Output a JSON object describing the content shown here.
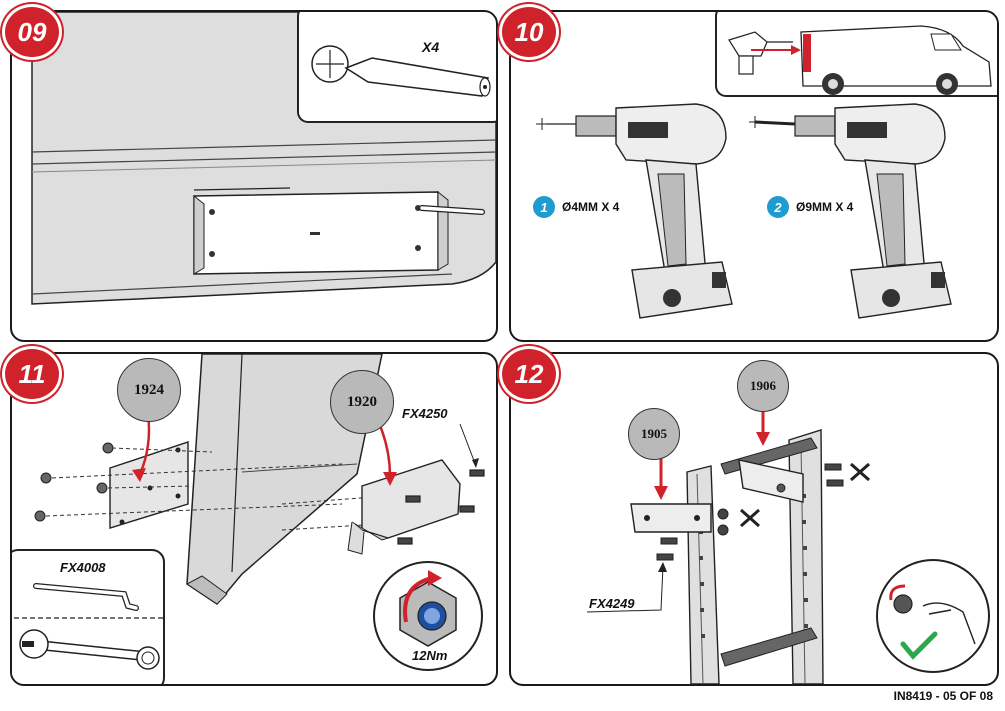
{
  "steps": {
    "s09": {
      "badge": "09",
      "screw_qty": "X4"
    },
    "s10": {
      "badge": "10",
      "drill1_num": "1",
      "drill1_label": "Ø4MM X 4",
      "drill2_num": "2",
      "drill2_label": "Ø9MM X 4"
    },
    "s11": {
      "badge": "11",
      "part_a": "1924",
      "part_b": "1920",
      "bolt_code": "FX4250",
      "tool_code": "FX4008",
      "torque": "12Nm"
    },
    "s12": {
      "badge": "12",
      "part_a": "1905",
      "part_b": "1906",
      "bolt_code": "FX4249"
    }
  },
  "footer": {
    "doc_ref": "IN8419 - 05 OF 08"
  },
  "colors": {
    "accent_red": "#d0222a",
    "step_blue": "#1e9bd0",
    "check_green": "#2aa84a",
    "surface_grey": "#dcdcdc"
  }
}
